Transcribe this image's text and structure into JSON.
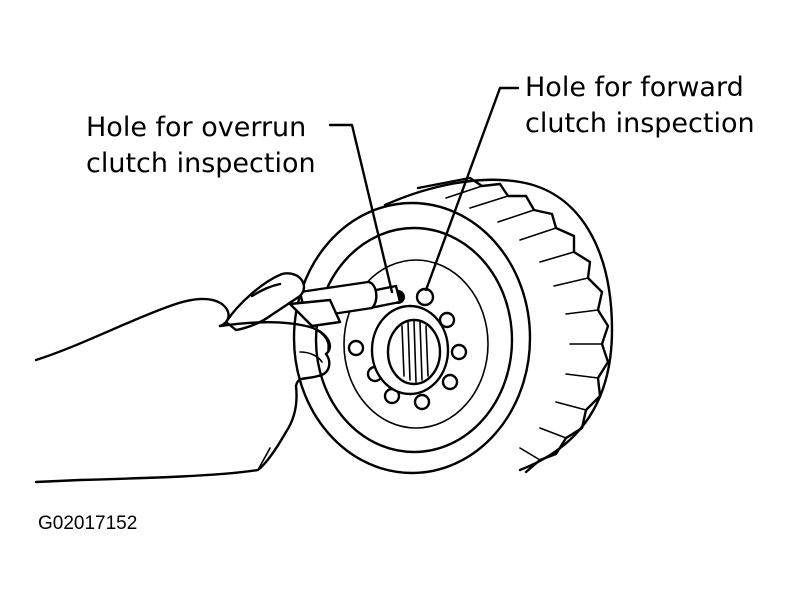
{
  "labels": {
    "overrun_line1": "Hole for overrun",
    "overrun_line2": "clutch inspection",
    "forward_line1": "Hole for forward",
    "forward_line2": "clutch inspection"
  },
  "figure_id": "G02017152"
}
